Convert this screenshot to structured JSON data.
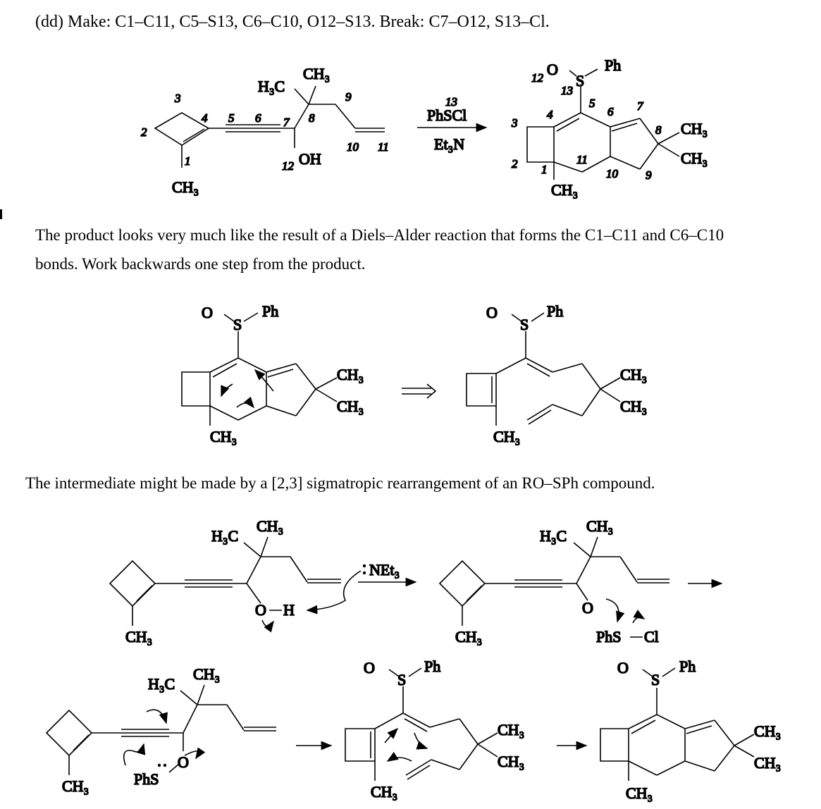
{
  "header": {
    "title": "(dd)  Make: C1–C11, C5–S13, C6–C10, O12–S13.  Break: C7–O12, S13–Cl."
  },
  "paragraphs": {
    "p1_line1": "The product looks very much like the result of a Diels–Alder reaction that forms the C1–C11 and C6–C10",
    "p1_line2": "bonds.  Work backwards one step from the product.",
    "p2": "The intermediate might be made by a [2,3] sigmatropic rearrangement of an RO–SPh compound."
  },
  "reagents": {
    "number": "13",
    "reagent": "PhSCl",
    "base": "Et₃N",
    "base_step": "NEt₃"
  },
  "labels": {
    "ch3": "CH₃",
    "h3c": "H₃C",
    "oh": "OH",
    "ph": "Ph",
    "phs": "PhS",
    "phscl_s": "PhS",
    "cl": "Cl",
    "o_minus": "O",
    "s": "S",
    "o": "O",
    "h": "H"
  },
  "atom_numbers": {
    "n1": "1",
    "n2": "2",
    "n3": "3",
    "n4": "4",
    "n5": "5",
    "n6": "6",
    "n7": "7",
    "n8": "8",
    "n9": "9",
    "n10": "10",
    "n11": "11",
    "n12": "12",
    "n13": "13"
  }
}
